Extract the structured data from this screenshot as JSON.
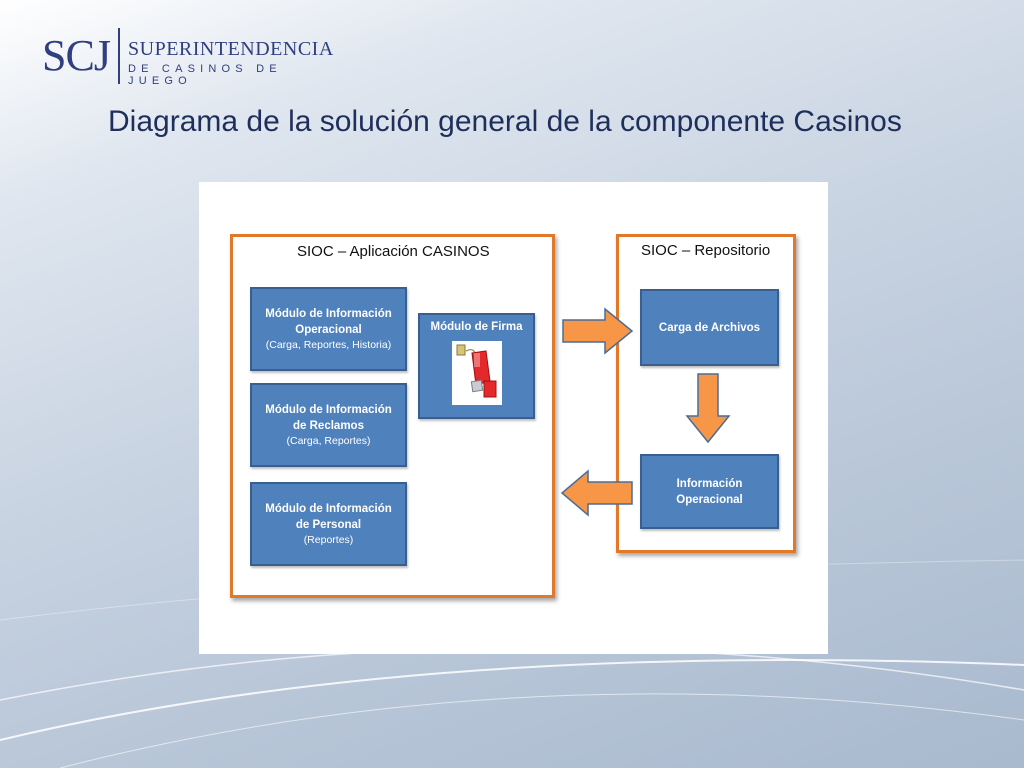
{
  "header": {
    "logo_mark": "SCJ",
    "logo_line1": "SUPERINTENDENCIA",
    "logo_line2": "DE CASINOS DE JUEGO",
    "title": "Diagrama de la solución general de la componente Casinos"
  },
  "diagram": {
    "app": {
      "title": "SIOC – Aplicación CASINOS",
      "modules": [
        {
          "line1": "Módulo de Información",
          "line2": "Operacional",
          "sub": "(Carga, Reportes, Historia)"
        },
        {
          "line1": "Módulo de Información",
          "line2": "de Reclamos",
          "sub": "(Carga, Reportes)"
        },
        {
          "line1": "Módulo de Información",
          "line2": "de Personal",
          "sub": "(Reportes)"
        }
      ],
      "firma": {
        "label": "Módulo de Firma",
        "icon": "usb-token-icon"
      }
    },
    "repo": {
      "title": "SIOC – Repositorio",
      "carga": "Carga de Archivos",
      "info_line1": "Información",
      "info_line2": "Operacional"
    },
    "colors": {
      "module_fill": "#4f81bd",
      "module_border": "#3a5f8e",
      "group_border": "#e0792a",
      "arrow_fill": "#f79646",
      "arrow_stroke": "#4a6d98"
    }
  }
}
